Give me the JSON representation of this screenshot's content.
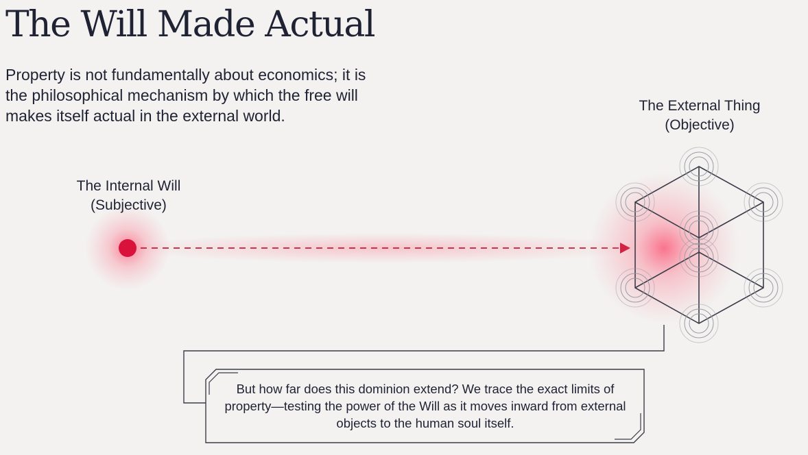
{
  "title": "The Will Made Actual",
  "subtitle": "Property is not fundamentally about economics; it is the philosophical mechanism by which the free will makes itself actual in the external world.",
  "nodes": {
    "internal": {
      "line1": "The Internal Will",
      "line2": "(Subjective)"
    },
    "external": {
      "line1": "The External Thing",
      "line2": "(Objective)"
    }
  },
  "callout": "But how far does this dominion extend? We trace the exact limits of property—testing the power of the Will as it moves inward from external objects to the human soul itself.",
  "colors": {
    "background": "#f3f2f0",
    "text": "#1f2233",
    "accent_red": "#d8123a",
    "line_dark": "#3a3c48"
  }
}
